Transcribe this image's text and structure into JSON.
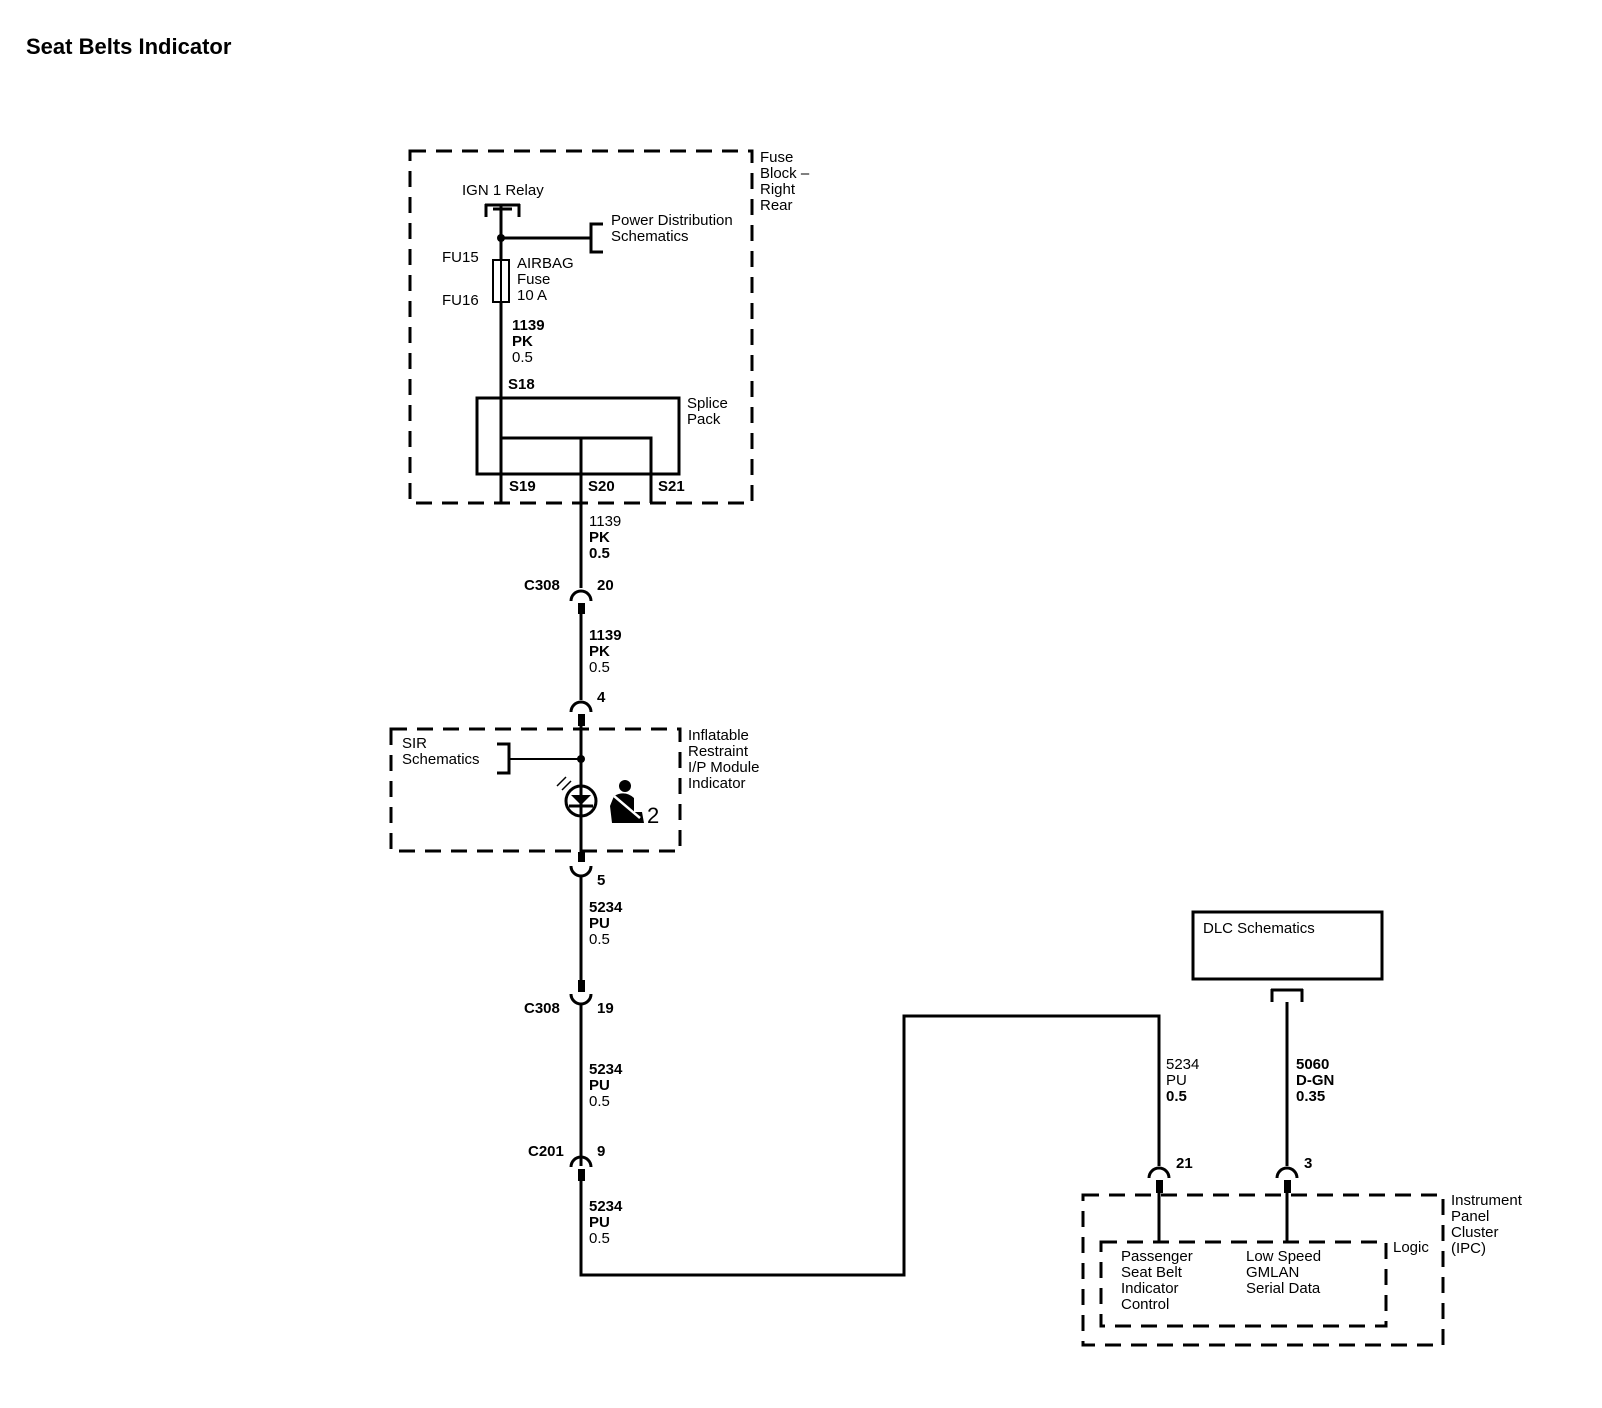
{
  "title": "Seat Belts Indicator",
  "fuse_block": {
    "name": [
      "Fuse",
      "Block –",
      "Right",
      "Rear"
    ],
    "relay": "IGN 1 Relay",
    "power_ref": [
      "Power Distribution",
      "Schematics"
    ],
    "fuse_in": "FU15",
    "fuse_out": "FU16",
    "fuse_label": [
      "AIRBAG",
      "Fuse",
      "10 A"
    ],
    "wire_top": [
      "1139",
      "PK",
      "0.5"
    ],
    "splice_pack": [
      "Splice",
      "Pack"
    ],
    "splices": [
      "S18",
      "S19",
      "S20",
      "S21"
    ]
  },
  "wire_1": [
    "1139",
    "PK",
    "0.5"
  ],
  "connector_c308_a": {
    "name": "C308",
    "pin": "20"
  },
  "wire_2": [
    "1139",
    "PK",
    "0.5"
  ],
  "module_pin_in": "4",
  "module": {
    "name": [
      "Inflatable",
      "Restraint",
      "I/P Module",
      "Indicator"
    ],
    "sir_ref": [
      "SIR",
      "Schematics"
    ],
    "indicator_number": "2"
  },
  "module_pin_out": "5",
  "wire_3": [
    "5234",
    "PU",
    "0.5"
  ],
  "connector_c308_b": {
    "name": "C308",
    "pin": "19"
  },
  "wire_4": [
    "5234",
    "PU",
    "0.5"
  ],
  "connector_c201": {
    "name": "C201",
    "pin": "9"
  },
  "wire_5": [
    "5234",
    "PU",
    "0.5"
  ],
  "dlc": "DLC Schematics",
  "wire_6": [
    "5234",
    "PU",
    "0.5"
  ],
  "wire_7": [
    "5060",
    "D-GN",
    "0.35"
  ],
  "ipc": {
    "name": [
      "Instrument",
      "Panel",
      "Cluster",
      "(IPC)"
    ],
    "pin_a": "21",
    "pin_b": "3",
    "logic": "Logic",
    "func_a": [
      "Passenger",
      "Seat Belt",
      "Indicator",
      "Control"
    ],
    "func_b": [
      "Low Speed",
      "GMLAN",
      "Serial Data"
    ]
  }
}
